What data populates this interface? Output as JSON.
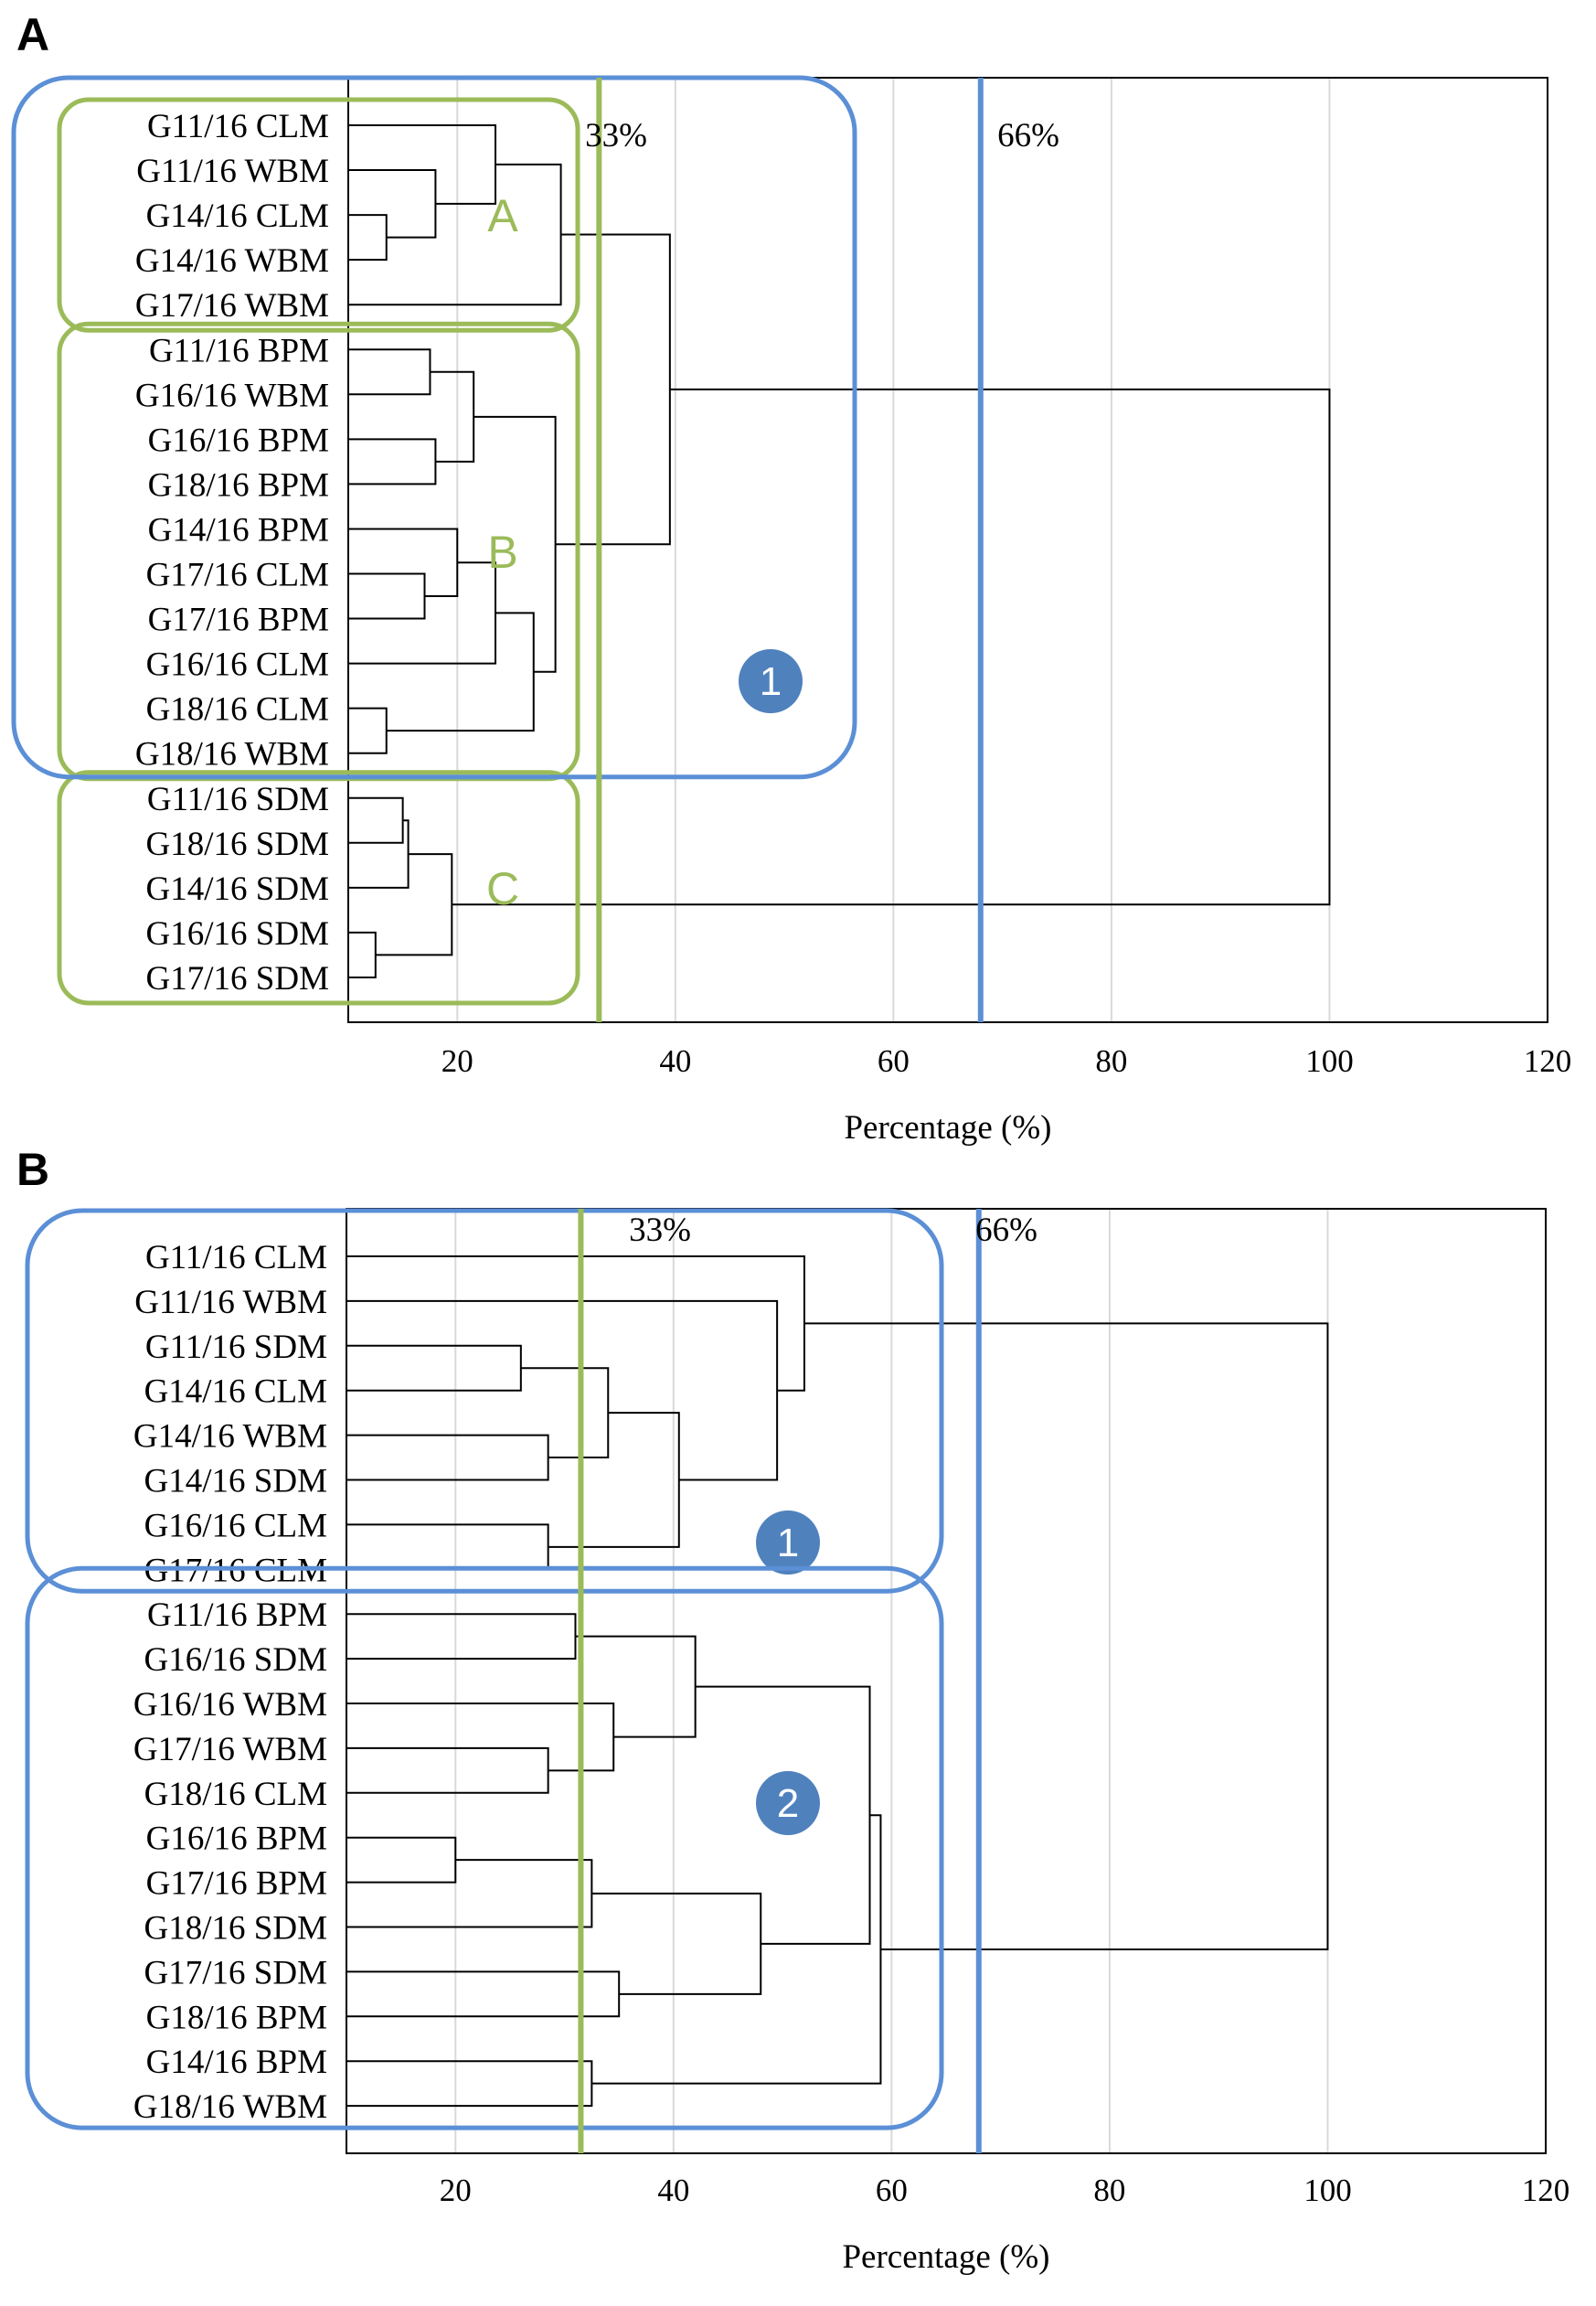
{
  "colors": {
    "cluster_box": "#5b8fd6",
    "group_box": "#9bbb59",
    "badge_fill": "#4f81bd",
    "dendrogram": "#000000",
    "grid": "#d9d9d9"
  },
  "chart_data": [
    {
      "panel": "A",
      "type": "dendrogram",
      "orientation": "horizontal",
      "xlabel": "Percentage (%)",
      "xlim": [
        10,
        120
      ],
      "xticks": [
        20,
        40,
        60,
        80,
        100,
        120
      ],
      "grid": "vertical",
      "leaves": [
        "G11/16 CLM",
        "G11/16 WBM",
        "G14/16 CLM",
        "G14/16 WBM",
        "G17/16 WBM",
        "G11/16 BPM",
        "G16/16 WBM",
        "G16/16 BPM",
        "G18/16 BPM",
        "G14/16 BPM",
        "G17/16 CLM",
        "G17/16 BPM",
        "G16/16 CLM",
        "G18/16 CLM",
        "G18/16 WBM",
        "G11/16 SDM",
        "G18/16 SDM",
        "G14/16 SDM",
        "G16/16 SDM",
        "G17/16 SDM"
      ],
      "merges": [
        {
          "a": 2,
          "b": 3,
          "height": 13.5
        },
        {
          "a": 1,
          "b": 20,
          "height": 18
        },
        {
          "a": 0,
          "b": 21,
          "height": 23.5
        },
        {
          "a": 4,
          "b": 22,
          "height": 29.5
        },
        {
          "a": 5,
          "b": 6,
          "height": 17.5
        },
        {
          "a": 7,
          "b": 8,
          "height": 18
        },
        {
          "a": 24,
          "b": 25,
          "height": 21.5
        },
        {
          "a": 10,
          "b": 11,
          "height": 17
        },
        {
          "a": 9,
          "b": 27,
          "height": 20
        },
        {
          "a": 28,
          "b": 12,
          "height": 23.5
        },
        {
          "a": 13,
          "b": 14,
          "height": 13.5
        },
        {
          "a": 29,
          "b": 30,
          "height": 27
        },
        {
          "a": 26,
          "b": 31,
          "height": 29
        },
        {
          "a": 23,
          "b": 32,
          "height": 39.5
        },
        {
          "a": 15,
          "b": 16,
          "height": 15
        },
        {
          "a": 34,
          "b": 17,
          "height": 15.5
        },
        {
          "a": 18,
          "b": 19,
          "height": 12.5
        },
        {
          "a": 35,
          "b": 36,
          "height": 19.5
        },
        {
          "a": 33,
          "b": 37,
          "height": 100
        }
      ],
      "thresholds": [
        {
          "label": "33%",
          "value": 33,
          "color": "#9bbb59"
        },
        {
          "label": "66%",
          "value": 68,
          "color": "#5b8fd6"
        }
      ],
      "cluster_boxes": [
        {
          "label": "1",
          "leaves": [
            0,
            14
          ]
        }
      ],
      "group_boxes": [
        {
          "label": "A",
          "leaves": [
            0,
            4
          ]
        },
        {
          "label": "B",
          "leaves": [
            5,
            14
          ]
        },
        {
          "label": "C",
          "leaves": [
            15,
            19
          ]
        }
      ]
    },
    {
      "panel": "B",
      "type": "dendrogram",
      "orientation": "horizontal",
      "xlabel": "Percentage (%)",
      "xlim": [
        10,
        120
      ],
      "xticks": [
        20,
        40,
        60,
        80,
        100,
        120
      ],
      "grid": "vertical",
      "leaves": [
        "G11/16 CLM",
        "G11/16 WBM",
        "G11/16 SDM",
        "G14/16 CLM",
        "G14/16 WBM",
        "G14/16 SDM",
        "G16/16 CLM",
        "G17/16 CLM",
        "G11/16 BPM",
        "G16/16 SDM",
        "G16/16 WBM",
        "G17/16 WBM",
        "G18/16 CLM",
        "G16/16 BPM",
        "G17/16 BPM",
        "G18/16 SDM",
        "G17/16 SDM",
        "G18/16 BPM",
        "G14/16 BPM",
        "G18/16 WBM"
      ],
      "merges": [
        {
          "a": 2,
          "b": 3,
          "height": 26
        },
        {
          "a": 4,
          "b": 5,
          "height": 28.5
        },
        {
          "a": 20,
          "b": 21,
          "height": 34
        },
        {
          "a": 6,
          "b": 7,
          "height": 28.5
        },
        {
          "a": 22,
          "b": 23,
          "height": 40.5
        },
        {
          "a": 1,
          "b": 24,
          "height": 49.5
        },
        {
          "a": 0,
          "b": 25,
          "height": 52
        },
        {
          "a": 8,
          "b": 9,
          "height": 31
        },
        {
          "a": 11,
          "b": 12,
          "height": 28.5
        },
        {
          "a": 10,
          "b": 28,
          "height": 34.5
        },
        {
          "a": 27,
          "b": 29,
          "height": 42
        },
        {
          "a": 13,
          "b": 14,
          "height": 20
        },
        {
          "a": 31,
          "b": 15,
          "height": 32.5
        },
        {
          "a": 16,
          "b": 17,
          "height": 35
        },
        {
          "a": 32,
          "b": 33,
          "height": 48
        },
        {
          "a": 30,
          "b": 34,
          "height": 58
        },
        {
          "a": 18,
          "b": 19,
          "height": 32.5
        },
        {
          "a": 35,
          "b": 36,
          "height": 59
        },
        {
          "a": 26,
          "b": 37,
          "height": 100
        }
      ],
      "thresholds": [
        {
          "label": "33%",
          "value": 31.5,
          "color": "#9bbb59"
        },
        {
          "label": "66%",
          "value": 68,
          "color": "#5b8fd6"
        }
      ],
      "cluster_boxes": [
        {
          "label": "1",
          "leaves": [
            0,
            7
          ]
        },
        {
          "label": "2",
          "leaves": [
            8,
            19
          ]
        }
      ],
      "group_boxes": []
    }
  ]
}
